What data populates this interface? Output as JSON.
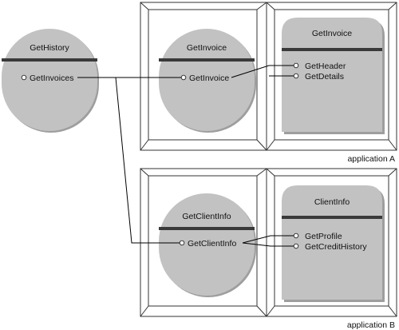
{
  "objects": {
    "get_history": {
      "title": "GetHistory",
      "methods": [
        "GetInvoices"
      ]
    },
    "get_invoice_client": {
      "title": "GetInvoice",
      "methods": [
        "GetInvoice"
      ]
    },
    "get_invoice_server": {
      "title": "GetInvoice",
      "methods": [
        "GetHeader",
        "GetDetails"
      ]
    },
    "get_client_info_client": {
      "title": "GetClientInfo",
      "methods": [
        "GetClientInfo"
      ]
    },
    "client_info_server": {
      "title": "ClientInfo",
      "methods": [
        "GetProfile",
        "GetCreditHistory"
      ]
    }
  },
  "applications": {
    "a": {
      "label": "application A"
    },
    "b": {
      "label": "application B"
    }
  },
  "colors": {
    "object_fill": "#c2c2c2",
    "object_shadow": "#9e9e9e",
    "divider": "#3a3a3a",
    "line": "#000000"
  }
}
